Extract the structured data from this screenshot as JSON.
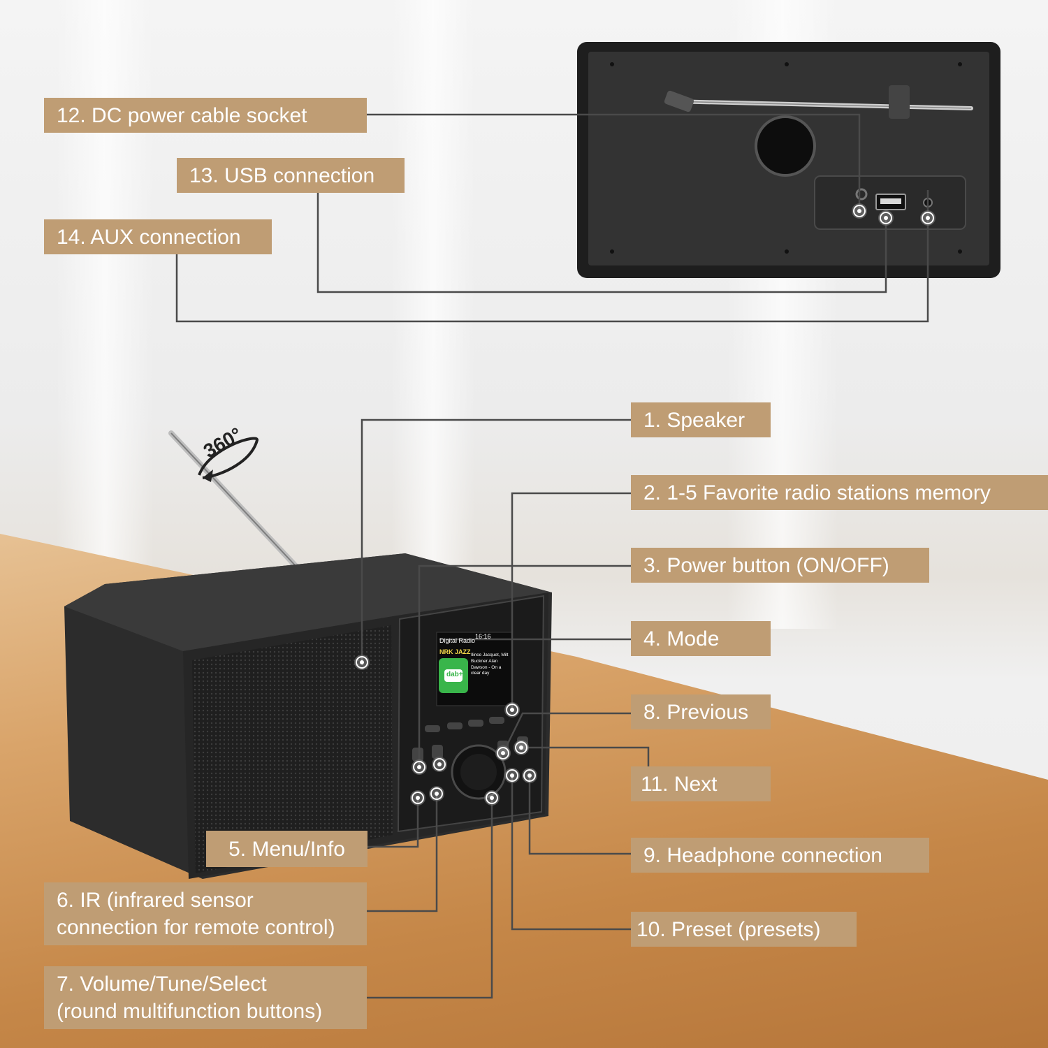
{
  "rotation_label": "360°",
  "labels": {
    "l1": "1. Speaker",
    "l2": "2. 1-5 Favorite radio stations memory",
    "l3": "3. Power button (ON/OFF)",
    "l4": "4. Mode",
    "l5": "5. Menu/Info",
    "l6": "6. IR (infrared sensor\nconnection for remote control)",
    "l7": "7. Volume/Tune/Select\n(round multifunction buttons)",
    "l8": "8. Previous",
    "l9": "9. Headphone connection",
    "l10": "10. Preset (presets)",
    "l11": "11. Next",
    "l12": "12. DC power cable socket",
    "l13": "13. USB connection",
    "l14": "14. AUX connection"
  },
  "display": {
    "header": "Digital Radio",
    "time": "16:16",
    "station": "NRK JAZZ",
    "track": "Ilince Jacquet, Milt Buckner Alan Dawson - On a clear day",
    "logo": "dab+"
  },
  "colors": {
    "label_bg": "#bf9d74",
    "label_text": "#ffffff",
    "device_body": "#2b2b2b",
    "leader_line": "#4a4a4a"
  }
}
